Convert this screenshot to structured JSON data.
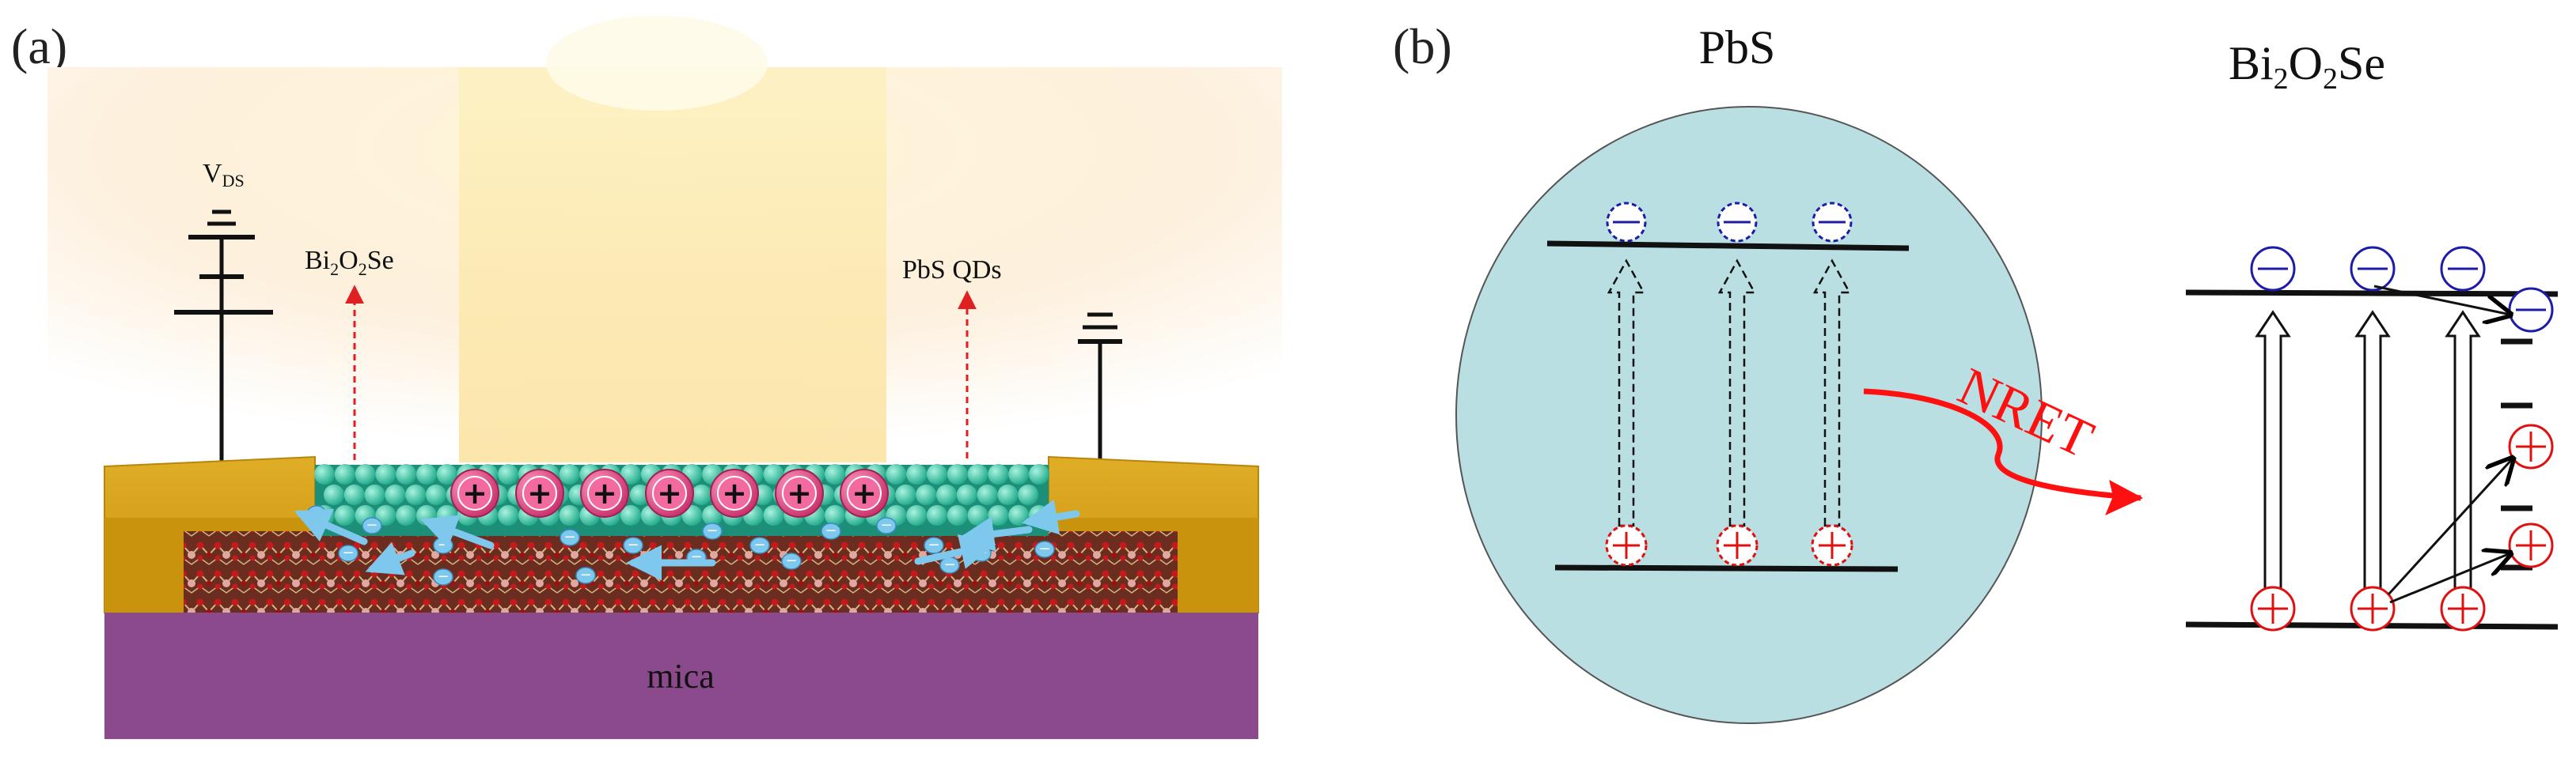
{
  "panel_a": {
    "label": "(a)",
    "vds_main": "V",
    "vds_sub": "DS",
    "bi2o2se_label": {
      "p1": "Bi",
      "s1": "2",
      "p2": "O",
      "s2": "2",
      "p3": "Se"
    },
    "pbs_qds_label": "PbS QDs",
    "substrate_label": "mica",
    "hole_count": 7,
    "hole_symbol": "+",
    "electron_symbol": "−",
    "colors": {
      "gold": "#d4a017",
      "mica": "#8b4a8b",
      "qd": "#2fc9a3",
      "hole": "#e84d8a",
      "electron": "#7ec8ee",
      "light_beam": "#fde9a8"
    }
  },
  "panel_b": {
    "label": "(b)",
    "pbs_title": "PbS",
    "bi2o2se_title": {
      "p1": "Bi",
      "s1": "2",
      "p2": "O",
      "s2": "2",
      "p3": "Se"
    },
    "transfer_label": "NRET",
    "electron_symbol": "⊖",
    "hole_symbol": "⊕",
    "colors": {
      "qd_circle": "#b9dfe3",
      "electron": "#1c1ca8",
      "hole": "#e01010",
      "arrow": "#ff1010"
    }
  }
}
